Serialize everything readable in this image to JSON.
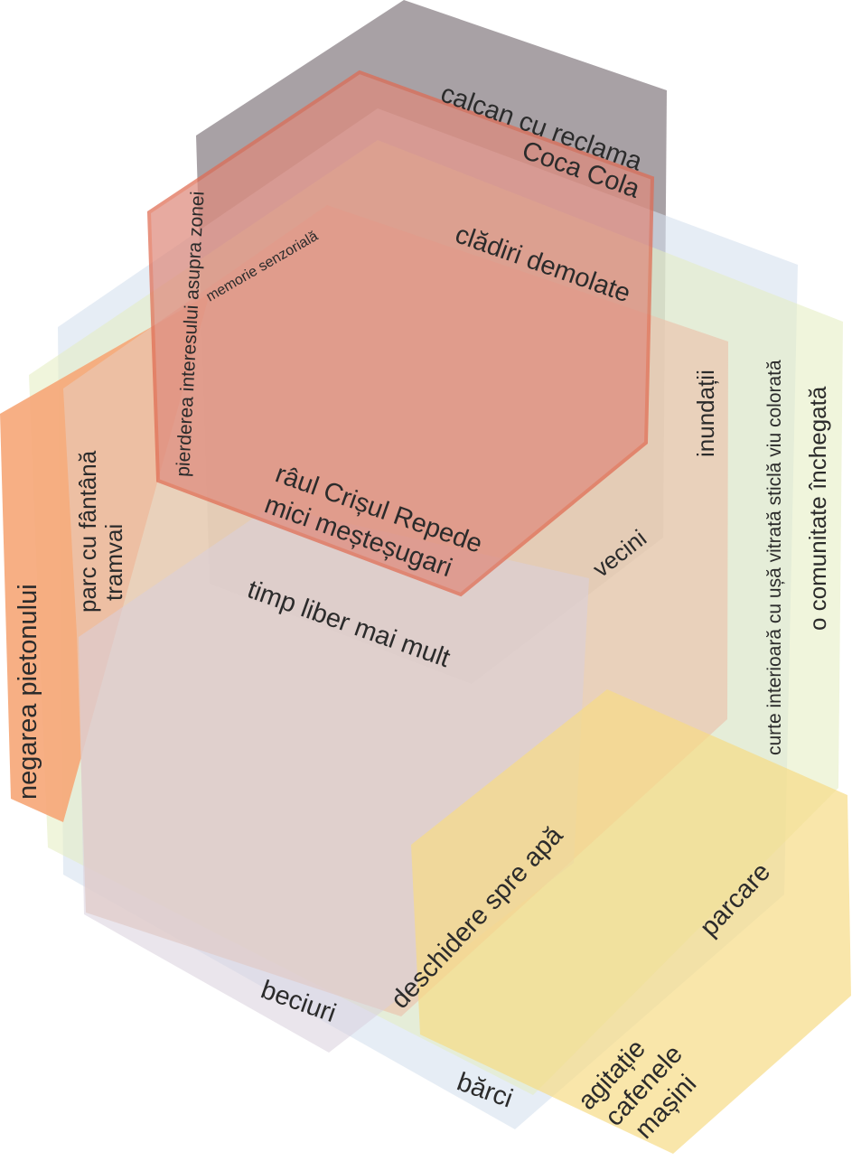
{
  "colors": {
    "dark_grey": "#8f878c",
    "blue": "#d6e1ef",
    "light_green": "#e4edbf",
    "orange": "#f6a677",
    "peach": "#eac6b0",
    "lavender": "#d8cfdd",
    "yellow": "#f7dc86",
    "red_fill": "#df8a7c",
    "red_stroke": "#e06b52",
    "text": "#2b2b2b"
  },
  "labels": {
    "calcan": "calcan cu reclama",
    "coca_cola": "Coca Cola",
    "cladiri": "clădiri demolate",
    "memorie": "memorie senzorială",
    "pierderea": "pierderea interesului asupra zonei",
    "raul": "râul Crișul Repede",
    "mestesugari": "mici meșteșugari",
    "inundatii": "inundații",
    "vecini": "vecini",
    "curte": "curte interioară cu ușă vitrată sticlă viu colorată",
    "comunitate": "o comunitate închegată",
    "parc": "parc cu fântână",
    "tramvai": "tramvai",
    "negarea": "negarea pietonului",
    "timp": "timp liber mai mult",
    "deschidere": "deschidere spre apă",
    "parcare": "parcare",
    "beciuri": "beciuri",
    "barci": "bărci",
    "agitatie": "agitație",
    "cafenele": "cafenele",
    "masini": "mașini"
  }
}
